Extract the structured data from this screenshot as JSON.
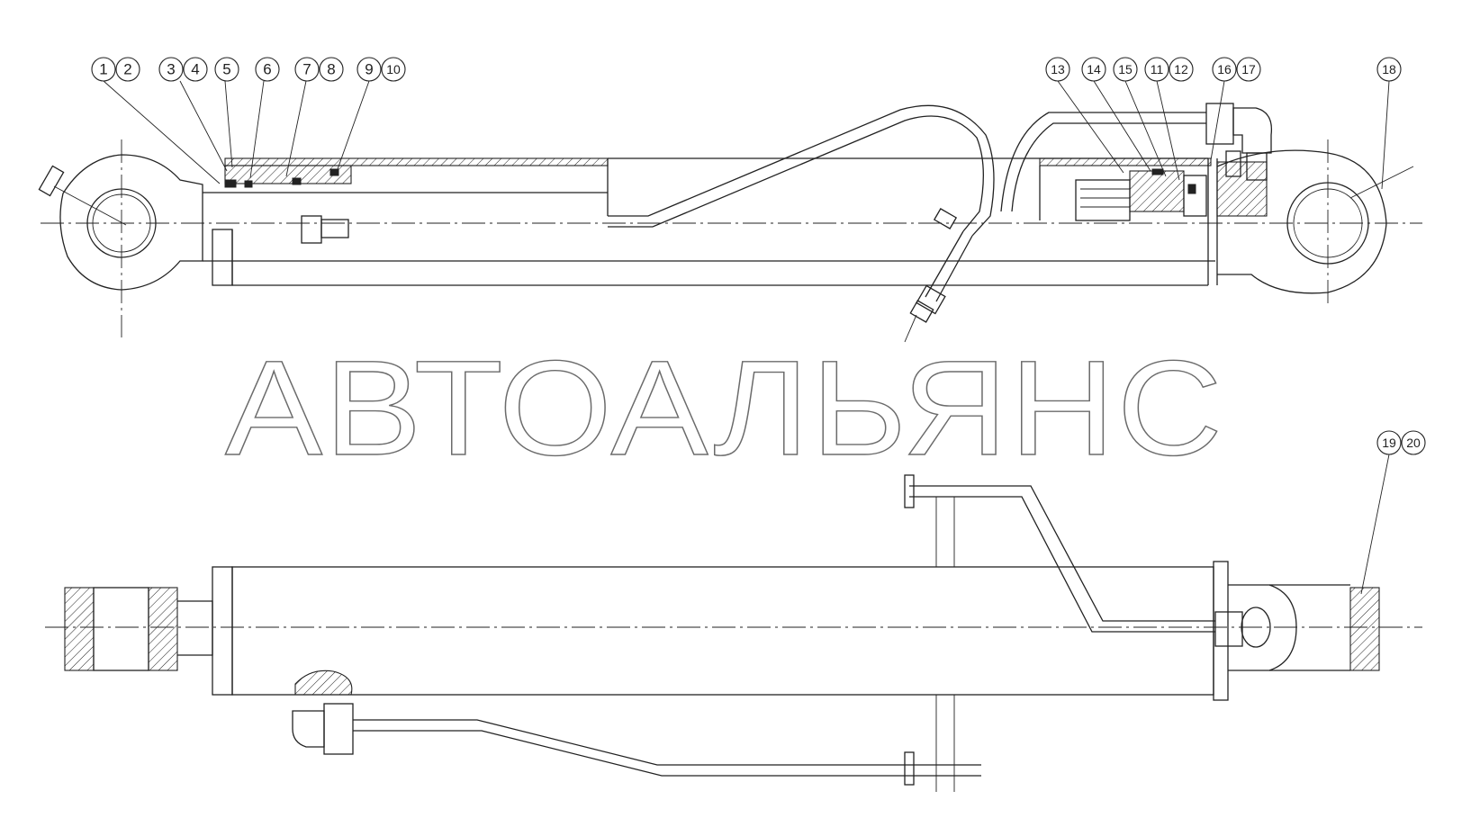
{
  "watermark": "АВТОАЛЬЯНС",
  "balloons": {
    "b1": "1",
    "b2": "2",
    "b3": "3",
    "b4": "4",
    "b5": "5",
    "b6": "6",
    "b7": "7",
    "b8": "8",
    "b9": "9",
    "b10": "10",
    "b13": "13",
    "b14": "14",
    "b15": "15",
    "b11": "11",
    "b12": "12",
    "b16": "16",
    "b17": "17",
    "b18": "18",
    "b19": "19",
    "b20": "20"
  }
}
